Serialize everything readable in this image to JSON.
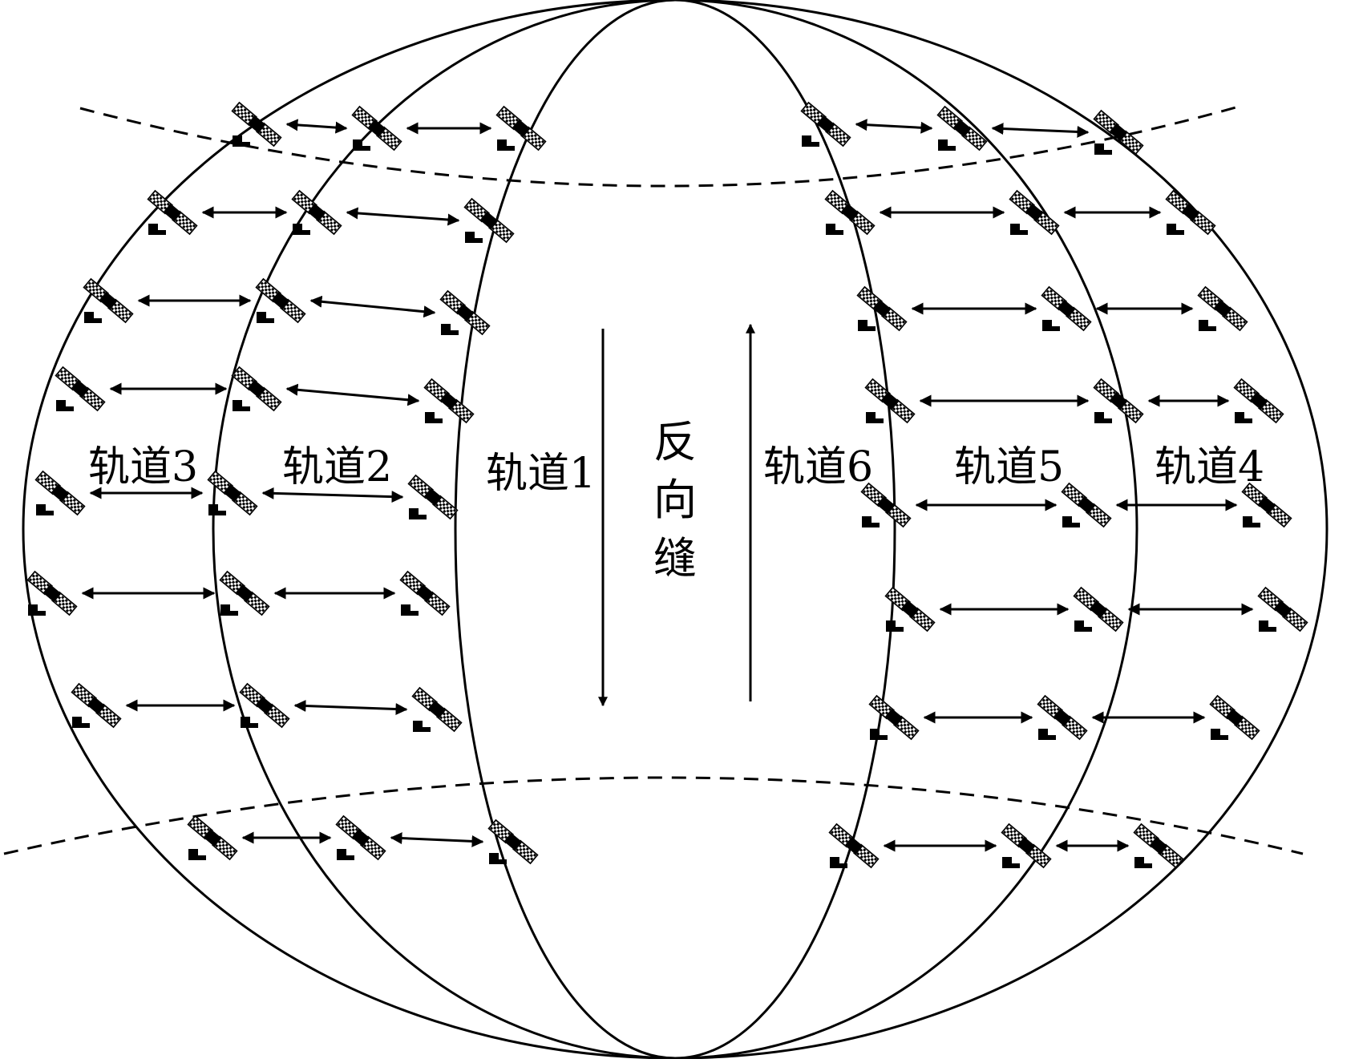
{
  "diagram": {
    "orbit_labels": [
      "轨道3",
      "轨道2",
      "轨道1",
      "轨道6",
      "轨道5",
      "轨道4"
    ],
    "seam_label": [
      "反",
      "向",
      "缝"
    ],
    "flow_directions": [
      "down",
      "up"
    ],
    "satellite_icon": "satellite-icon",
    "link_icon": "bidirectional-arrow-icon",
    "colors": {
      "ink": "#000000",
      "background": "#ffffff"
    }
  }
}
